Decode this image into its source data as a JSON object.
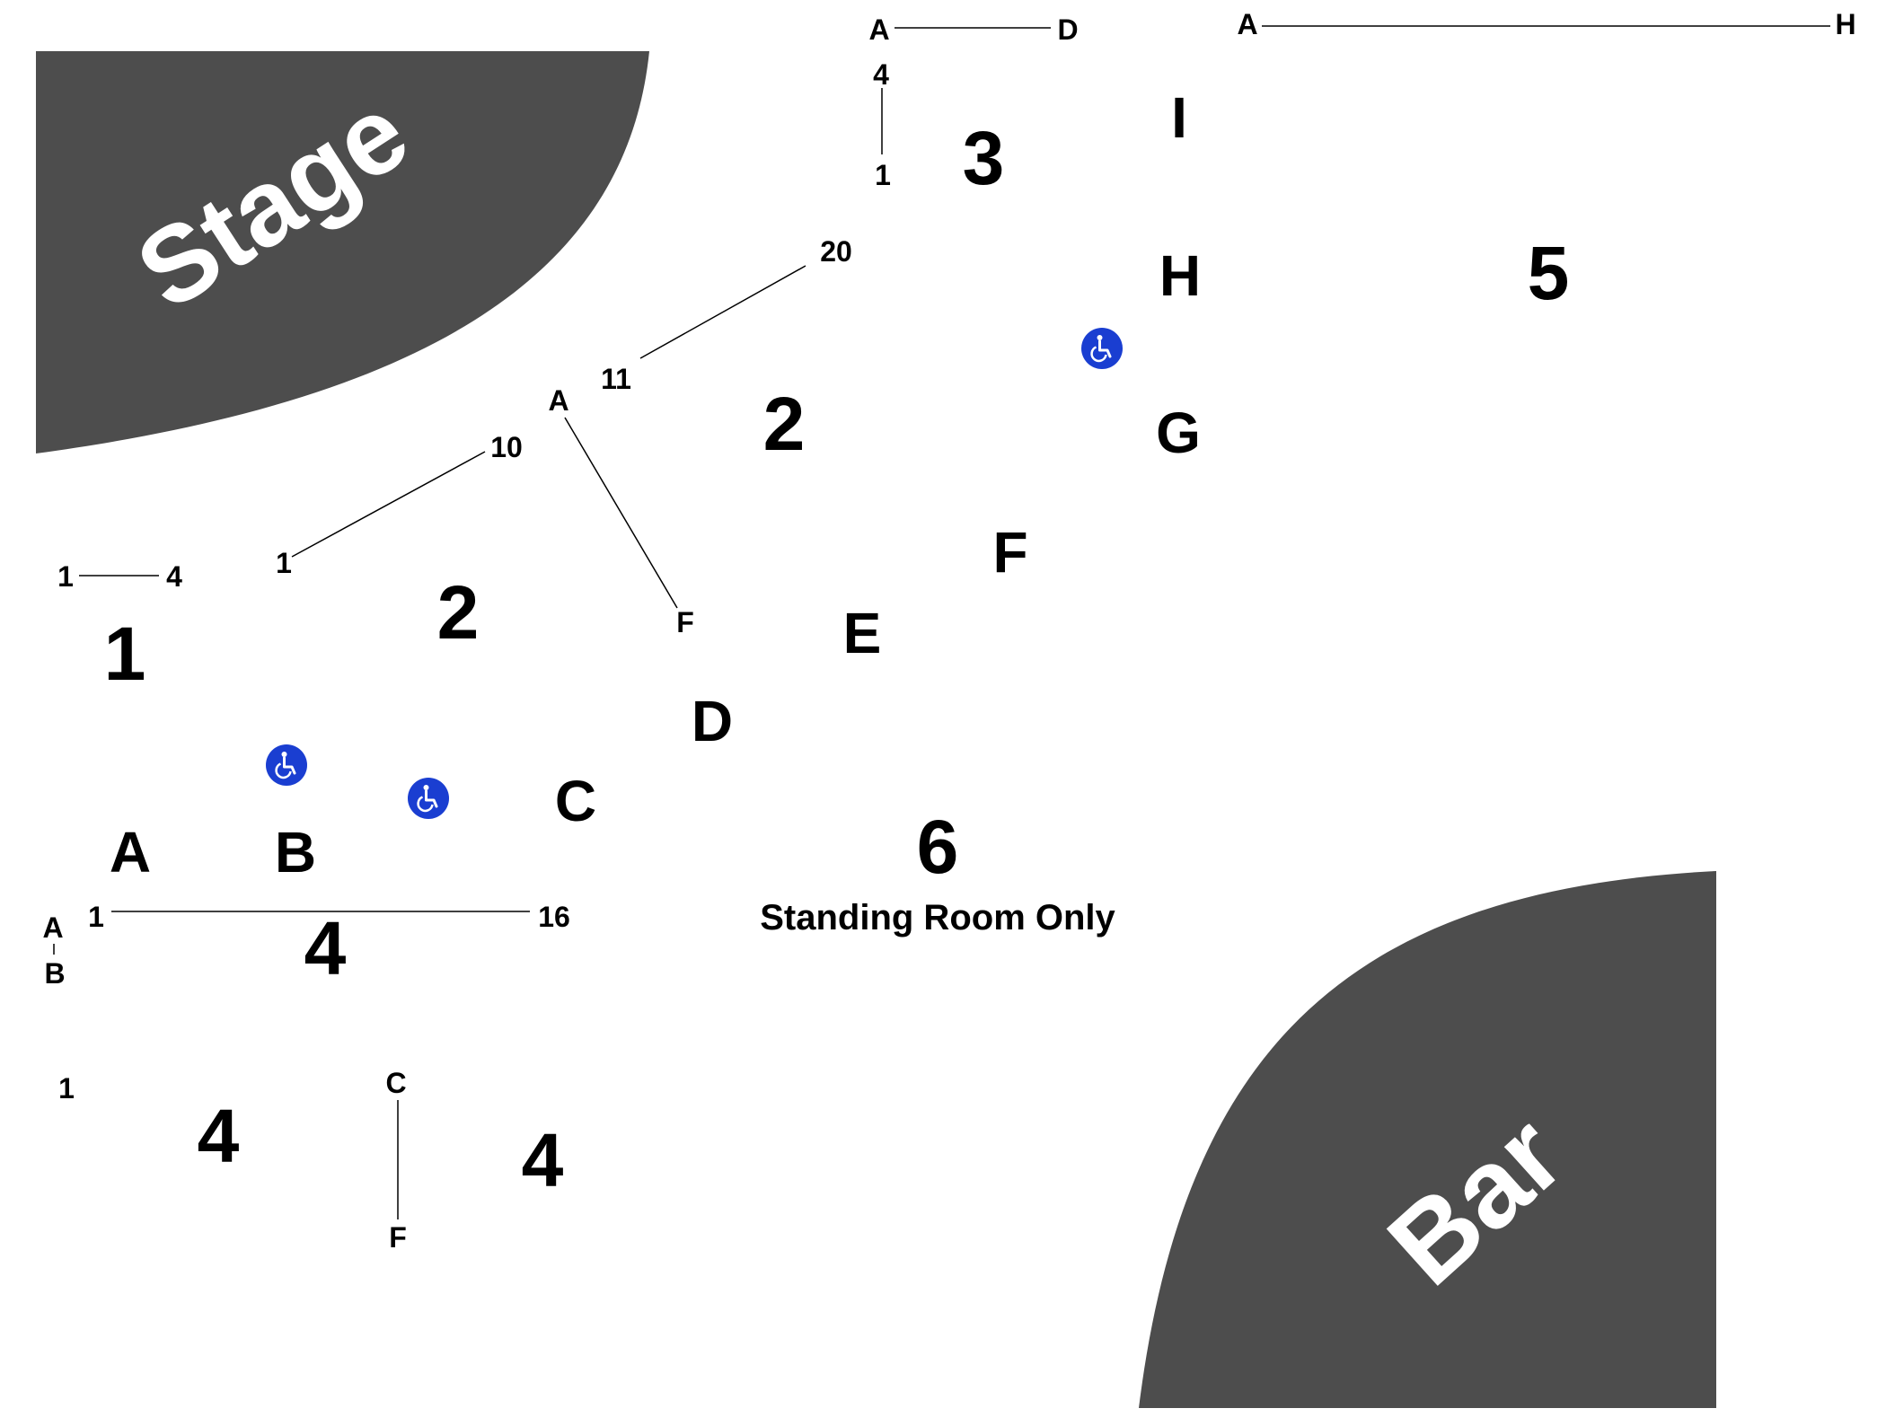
{
  "colors": {
    "feature_fill": "#4d4d4d",
    "feature_text": "#ffffff",
    "accessible_blue": "#1a3ed1",
    "ink": "#000000"
  },
  "stage": {
    "label": "Stage"
  },
  "bar": {
    "label": "Bar"
  },
  "sections": {
    "s1": "1",
    "s2a": "2",
    "s2b": "2",
    "s3": "3",
    "s4a": "4",
    "s4b": "4",
    "s4c": "4",
    "s5": "5",
    "s6": "6"
  },
  "standing": "Standing Room Only",
  "rows": {
    "A": "A",
    "B": "B",
    "C": "C",
    "D": "D",
    "E": "E",
    "F": "F",
    "G": "G",
    "H": "H",
    "I": "I"
  },
  "ranges": {
    "sec1_start": "1",
    "sec1_end": "4",
    "sec2_low_start": "1",
    "sec2_low_end": "10",
    "sec2_high_start": "11",
    "sec2_high_end": "20",
    "sec2_row_start": "A",
    "sec2_row_end": "F",
    "sec3_row_start": "A",
    "sec3_row_end": "D",
    "sec3_seat_top": "4",
    "sec3_seat_bottom": "1",
    "sec5_row_start": "A",
    "sec5_row_end": "H",
    "sec4_seat_start": "1",
    "sec4_seat_end": "16",
    "sec4_row_a": "A",
    "sec4_row_b": "B",
    "sec4_low_seat": "1",
    "sec4_row_c": "C",
    "sec4_row_f": "F"
  },
  "icons": [
    "wheelchair-icon",
    "wheelchair-icon",
    "wheelchair-icon"
  ]
}
